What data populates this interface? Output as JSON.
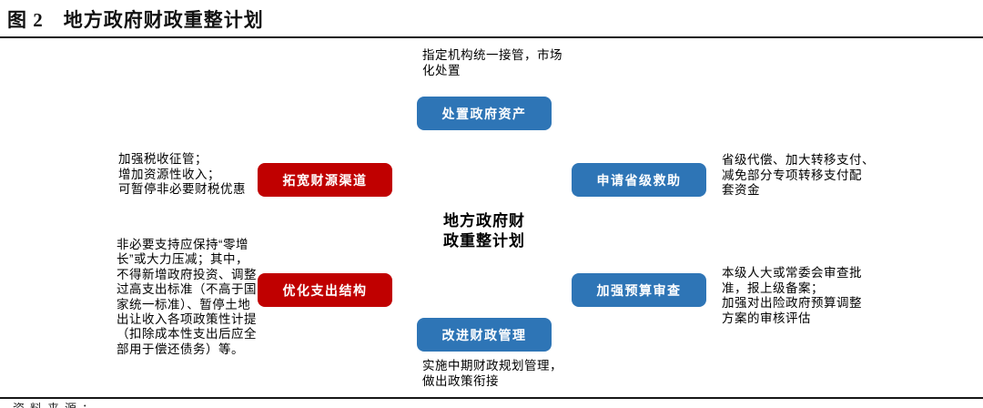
{
  "figure": {
    "title": "图 2　地方政府财政重整计划",
    "center_label": "地方政府财\n政重整计划"
  },
  "nodes": [
    {
      "id": "dispose-government-assets",
      "label": "处置政府资产",
      "color": "#2E75B6"
    },
    {
      "id": "expand-revenue-channels",
      "label": "拓宽财源渠道",
      "color": "#C00000"
    },
    {
      "id": "apply-provincial-aid",
      "label": "申请省级救助",
      "color": "#2E75B6"
    },
    {
      "id": "optimize-expenditure-structure",
      "label": "优化支出结构",
      "color": "#C00000"
    },
    {
      "id": "strengthen-budget-review",
      "label": "加强预算审查",
      "color": "#2E75B6"
    },
    {
      "id": "improve-fiscal-management",
      "label": "改进财政管理",
      "color": "#2E75B6"
    }
  ],
  "notes": {
    "top": "指定机构统一接管，市场\n化处置",
    "left_upper": "加强税收征管；\n增加资源性收入；\n可暂停非必要财税优惠",
    "right_upper": "省级代偿、加大转移支付、\n减免部分专项转移支付配\n套资金",
    "left_lower": "非必要支持应保持“零增\n长”或大力压减；其中，\n不得新增政府投资、调整\n过高支出标准（不高于国\n家统一标准）、暂停土地\n出让收入各项政策性计提\n（扣除成本性支出后应全\n部用于偿还债务）等。",
    "right_lower": "本级人大或常委会审查批\n准，报上级备案；\n加强对出险政府预算调整\n方案的审核评估",
    "bottom": "实施中期财政规划管理，\n做出政策衔接"
  },
  "footer": {
    "partial_source_text": "资料来源："
  },
  "colors": {
    "node_blue": "#2E75B6",
    "node_red": "#C00000",
    "rule": "#161616",
    "background": "#FFFFFF",
    "text": "#000000"
  }
}
